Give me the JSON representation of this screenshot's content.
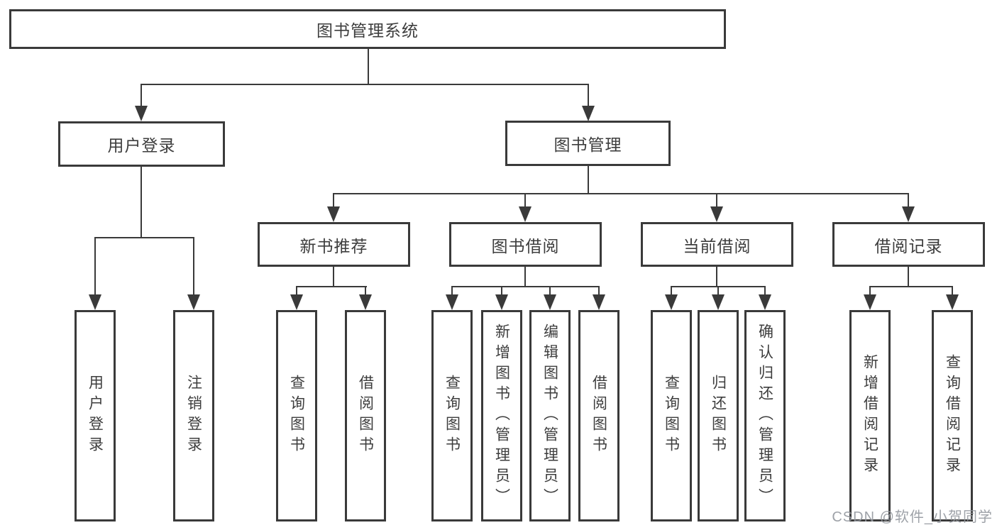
{
  "diagram": {
    "title": "图书管理系统",
    "root": {
      "label": "图书管理系统"
    },
    "level2": [
      {
        "label": "用户登录"
      },
      {
        "label": "图书管理"
      }
    ],
    "level3": [
      {
        "label": "新书推荐",
        "parent": "图书管理"
      },
      {
        "label": "图书借阅",
        "parent": "图书管理"
      },
      {
        "label": "当前借阅",
        "parent": "图书管理"
      },
      {
        "label": "借阅记录",
        "parent": "图书管理"
      }
    ],
    "leaves": [
      {
        "label": "用户登录",
        "parent": "用户登录"
      },
      {
        "label": "注销登录",
        "parent": "用户登录"
      },
      {
        "label": "查询图书",
        "parent": "新书推荐"
      },
      {
        "label": "借阅图书",
        "parent": "新书推荐"
      },
      {
        "label": "查询图书",
        "parent": "图书借阅"
      },
      {
        "label": "新增图书（管理员）",
        "parent": "图书借阅"
      },
      {
        "label": "编辑图书（管理员）",
        "parent": "图书借阅"
      },
      {
        "label": "借阅图书",
        "parent": "图书借阅"
      },
      {
        "label": "查询图书",
        "parent": "当前借阅"
      },
      {
        "label": "归还图书",
        "parent": "当前借阅"
      },
      {
        "label": "确认归还（管理员）",
        "parent": "当前借阅"
      },
      {
        "label": "新增借阅记录",
        "parent": "借阅记录"
      },
      {
        "label": "查询借阅记录",
        "parent": "借阅记录"
      }
    ]
  },
  "watermark": {
    "text": "CSDN @软件_小贺同学"
  },
  "colors": {
    "line": "#3a3a3a",
    "box_border": "#3a3a3a",
    "text": "#3d3d3d",
    "background": "#ffffff",
    "watermark": "#94989e"
  }
}
